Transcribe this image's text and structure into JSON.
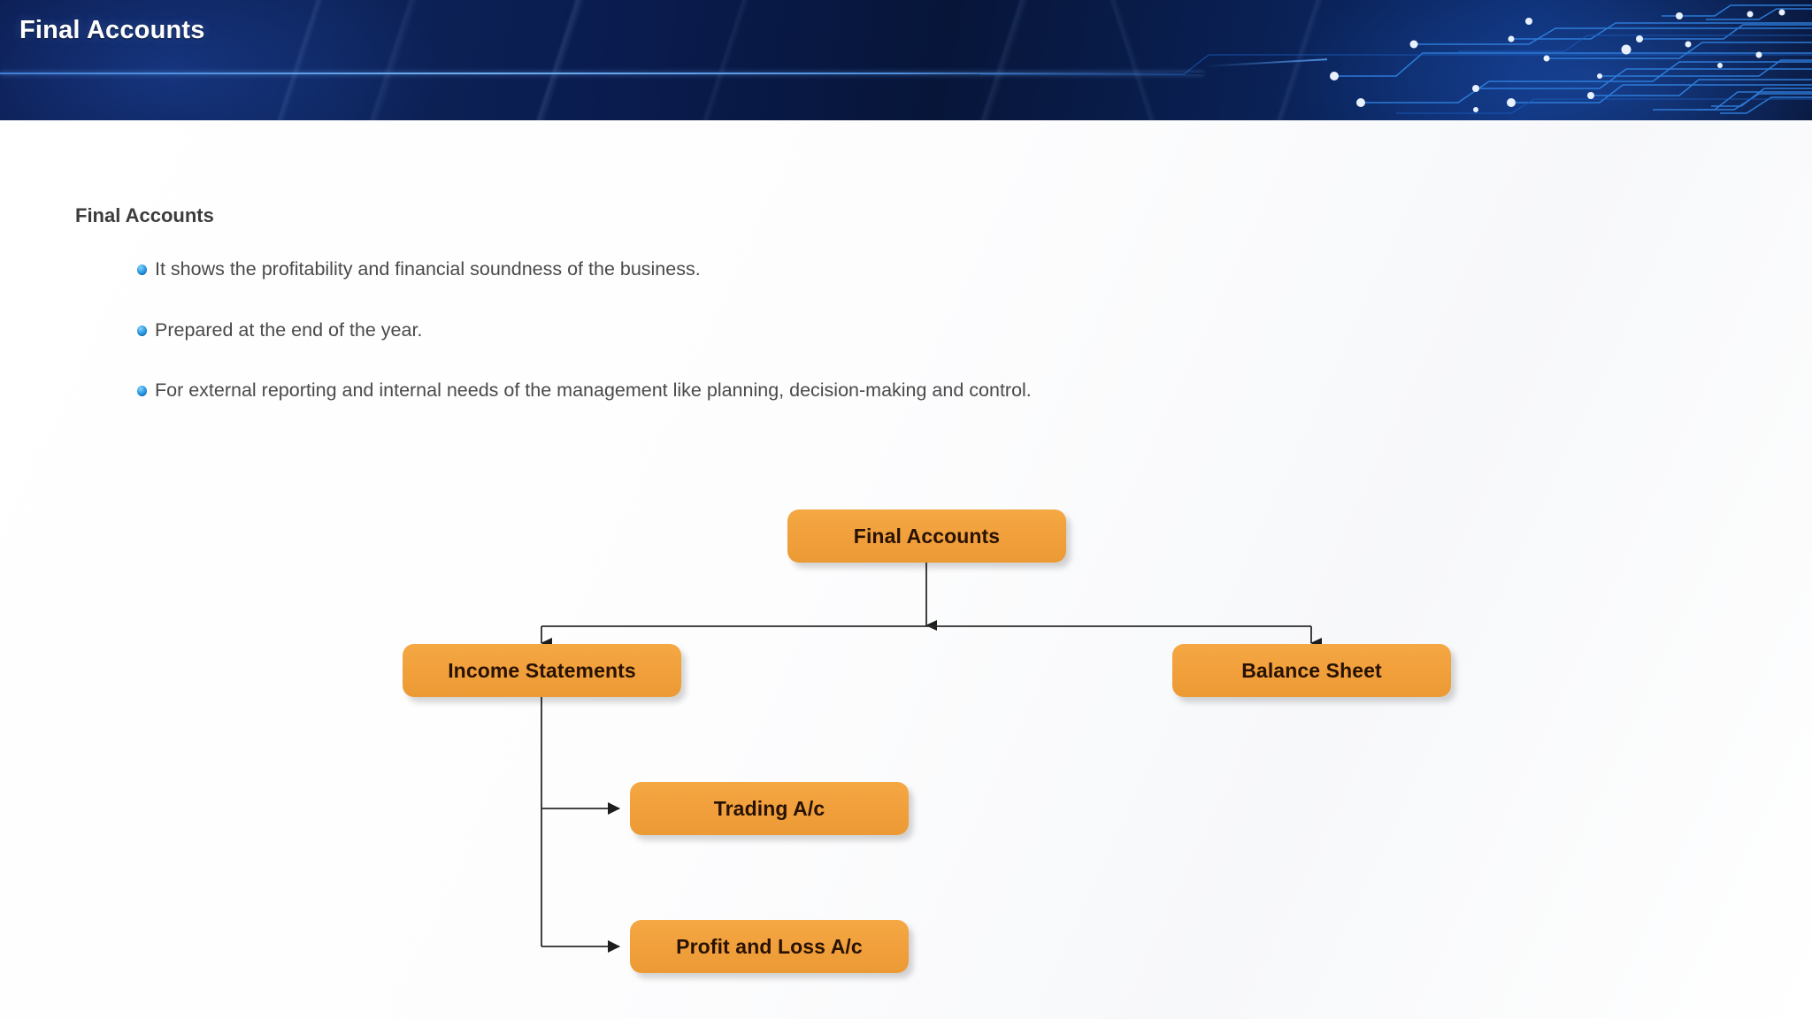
{
  "header": {
    "title": "Final Accounts",
    "icons": [
      "circuit-pattern"
    ],
    "colors": {
      "background_dark": "#071539",
      "background_blue": "#0d2359",
      "rule": "#6fb0f2"
    }
  },
  "content": {
    "heading": "Final Accounts",
    "bullets": [
      "It shows the profitability and financial soundness of the business.",
      "Prepared at the end of the year.",
      "For external reporting and internal needs of the management like planning, decision-making and control."
    ],
    "bullet_color": "#2a9ae0",
    "text_color": "#4a4a4a"
  },
  "diagram": {
    "type": "hierarchy",
    "node_color": "#f1a03c",
    "node_text_color": "#281204",
    "connector_color": "#2b2b2b",
    "nodes": [
      {
        "id": "final",
        "label": "Final Accounts",
        "level": 0
      },
      {
        "id": "income",
        "label": "Income Statements",
        "level": 1
      },
      {
        "id": "balance",
        "label": "Balance Sheet",
        "level": 1
      },
      {
        "id": "trading",
        "label": "Trading A/c",
        "level": 2
      },
      {
        "id": "pl",
        "label": "Profit and Loss A/c",
        "level": 2
      }
    ],
    "edges": [
      {
        "from": "final",
        "to": "income"
      },
      {
        "from": "final",
        "to": "balance"
      },
      {
        "from": "income",
        "to": "trading"
      },
      {
        "from": "income",
        "to": "pl"
      }
    ]
  }
}
